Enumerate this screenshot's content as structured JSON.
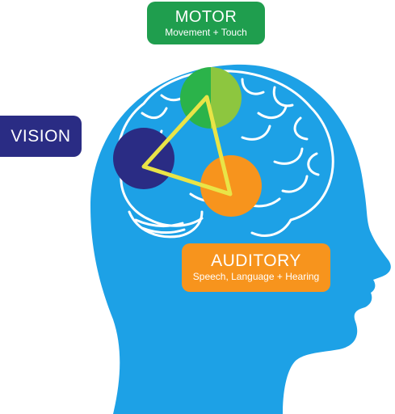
{
  "labels": {
    "motor": {
      "title": "MOTOR",
      "subtitle": "Movement + Touch"
    },
    "vision": {
      "title": "VISION"
    },
    "auditory": {
      "title": "AUDITORY",
      "subtitle": "Speech, Language + Hearing"
    }
  },
  "colors": {
    "head": "#1da1e6",
    "motor_box": "#1f9e4e",
    "motor_circle_dark": "#2bb34a",
    "motor_circle_light": "#8dc63f",
    "vision": "#2a2c84",
    "auditory": "#f7941d",
    "triangle": "#e9e447",
    "brain_lines": "#ffffff"
  },
  "icons": [
    "head-silhouette",
    "brain-outline",
    "motor-circle",
    "vision-circle",
    "auditory-circle",
    "connection-triangle"
  ]
}
